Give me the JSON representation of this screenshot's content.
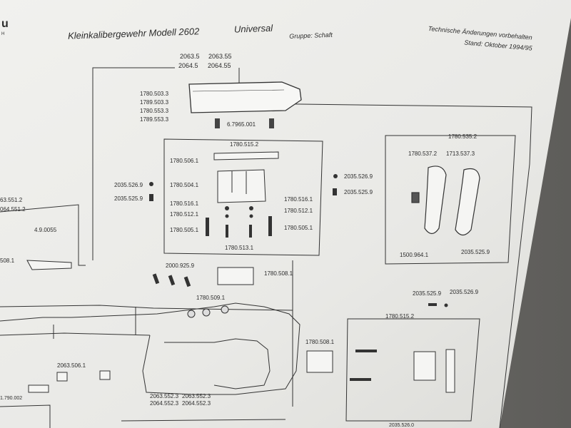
{
  "header": {
    "logo_fragment": "u",
    "logo_sub": "H",
    "title": "Kleinkalibergewehr Modell 2602",
    "variant": "Universal",
    "group": "Gruppe: Schaft",
    "notice_line1": "Technische Änderungen vorbehalten",
    "notice_line2": "Stand: Oktober 1994/95"
  },
  "parts": {
    "cheek_top_left_1": "2063.5",
    "cheek_top_left_2": "2064.5",
    "cheek_top_right_1": "2063.55",
    "cheek_top_right_2": "2064.55",
    "cheek_ids": [
      "1780.503.3",
      "1789.503.3",
      "1780.553.3",
      "1789.553.3"
    ],
    "screw_top": "6.7965.001",
    "plate": "1780.515.2",
    "plate_side": "1780.506.1",
    "block": "1780.504.1",
    "left_nut": "2035.526.9",
    "left_screw": "2035.525.9",
    "right_nut": "2035.526.9",
    "right_screw": "2035.525.9",
    "pin_l1": "1780.516.1",
    "pin_l2": "1780.512.1",
    "pin_r1": "1780.516.1",
    "pin_r2": "1780.512.1",
    "bolt_l": "1780.505.1",
    "bolt_r": "1780.505.1",
    "center_bottom": "1780.513.1",
    "butt_group": "1780.535.2",
    "butt_a": "1780.537.2",
    "butt_b": "1713.537.3",
    "butt_bottom": "1500.964.1",
    "butt_screw": "2035.525.9",
    "left_edge_1": "63.551.2",
    "left_edge_2": "064.551.2",
    "left_small": "4.9.0055",
    "left_frag": "508.1",
    "grip_screws": "2000.925.9",
    "adapter": "1780.508.1",
    "washers": "1780.509.1",
    "bracket": "1780.508.1",
    "rb_screw": "2035.525.9",
    "rb_nut": "2035.526.9",
    "rb_group": "1780.515.2",
    "foot_spacer": "2063.506.1",
    "stock_l1": "2063.552.3",
    "stock_l2": "2064.552.3",
    "stock_r1": "2063.552.3",
    "stock_r2": "2064.552.3",
    "bottom_left": "1.790.002",
    "bottom_frag": "2035.526.0"
  }
}
